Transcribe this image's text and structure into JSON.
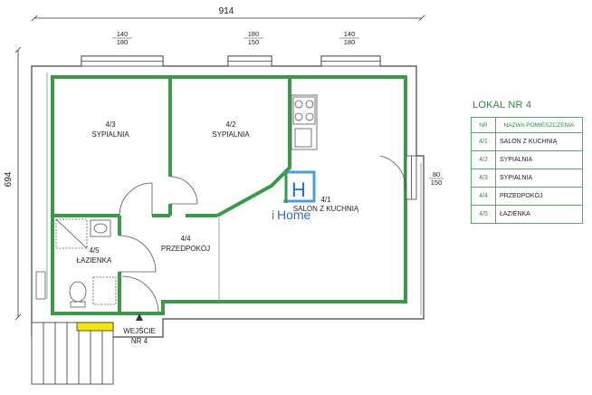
{
  "dimensions": {
    "width_total": "914",
    "height_total": "694",
    "window_left": {
      "top": "140",
      "bottom": "180"
    },
    "window_mid": {
      "top": "180",
      "bottom": "150"
    },
    "window_right": {
      "top": "140",
      "bottom": "180"
    },
    "window_side": {
      "top": "80",
      "bottom": "150"
    }
  },
  "rooms": [
    {
      "nr": "4/3",
      "name": "SYPIALNIA"
    },
    {
      "nr": "4/2",
      "name": "SYPIALNIA"
    },
    {
      "nr": "4/1",
      "name": "SALON Z KUCHNIĄ"
    },
    {
      "nr": "4/4",
      "name": "PRZEDPOKÓJ"
    },
    {
      "nr": "4/5",
      "name": "ŁAZIENKA"
    }
  ],
  "entrance": {
    "line1": "WEJŚCIE",
    "line2": "NR 4"
  },
  "logo": {
    "letter": "H",
    "brand_i": "i",
    "brand_rest": "Home"
  },
  "legend": {
    "title": "LOKAL NR 4",
    "header": {
      "nr": "NR",
      "name": "NAZWA POMIESZCZENIA"
    },
    "rows": [
      {
        "nr": "4/1",
        "name": "SALON Z KUCHNIĄ"
      },
      {
        "nr": "4/2",
        "name": "SYPIALNIA"
      },
      {
        "nr": "4/3",
        "name": "SYPIALNIA"
      },
      {
        "nr": "4/4",
        "name": "PRZEDPOKÓJ"
      },
      {
        "nr": "4/5",
        "name": "ŁAZIENKA"
      }
    ]
  },
  "colors": {
    "wall_green": "#3b9a4a",
    "legend_green": "#2e8b3a",
    "stair_yellow": "#f2e600"
  }
}
